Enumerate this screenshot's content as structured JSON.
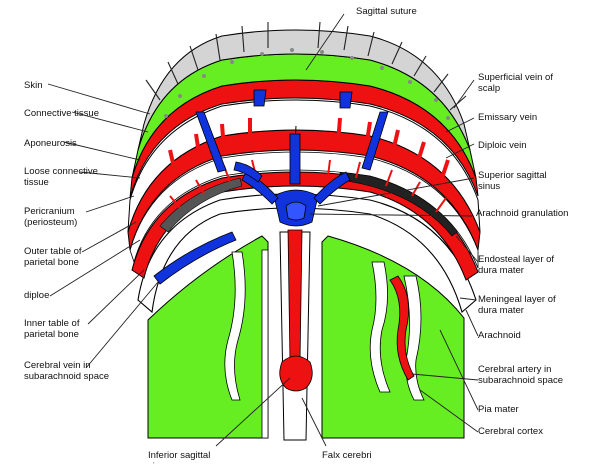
{
  "colors": {
    "background": "#ffffff",
    "skin": "#d4d4d4",
    "connective": "#66ee22",
    "brain": "#66ee22",
    "bone": "#ee1111",
    "vein": "#1133dd",
    "dura_dark": "#222222",
    "outline": "#000000"
  },
  "labels": {
    "top": {
      "sagittal_suture": "Sagittal suture"
    },
    "left": [
      "Skin",
      "Connective tissue",
      "Aponeurosis",
      "Loose connective tissue",
      "Pericranium (periosteum)",
      "Outer table of parietal bone",
      "diploe",
      "Inner table of parietal bone",
      "Cerebral vein in subarachnoid space"
    ],
    "right": [
      "Superficial vein of scalp",
      "Emissary vein",
      "Diploic vein",
      "Superior sagittal sinus",
      "Arachnoid granulation",
      "Endosteal layer of dura mater",
      "Meningeal layer of dura mater",
      "Arachnoid",
      "Cerebral artery in subarachnoid space",
      "Pia mater",
      "Cerebral cortex"
    ],
    "bottom": {
      "inferior_sagittal_sinus": "Inferior sagittal sinus",
      "falx_cerebri": "Falx cerebri"
    }
  }
}
